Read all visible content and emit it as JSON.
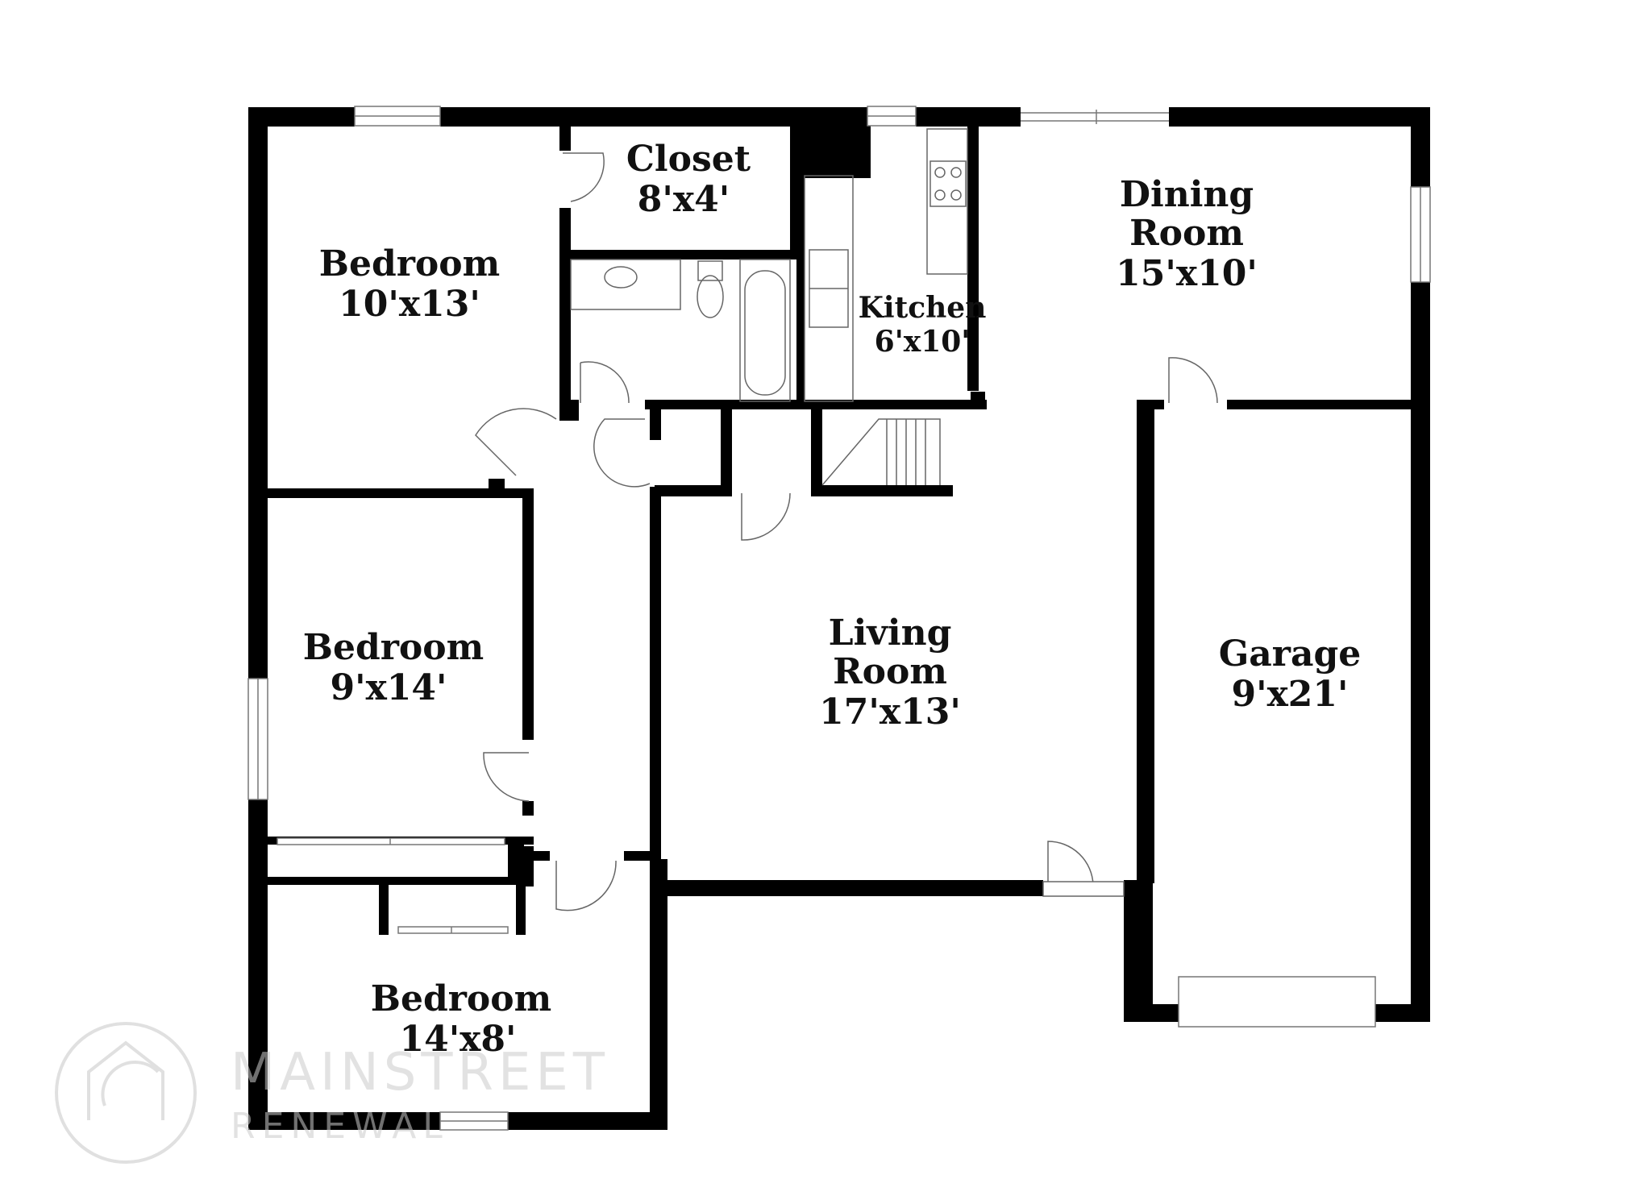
{
  "rooms": [
    {
      "id": "bedroom-1",
      "name": "Bedroom",
      "size": "10'x13'"
    },
    {
      "id": "closet",
      "name": "Closet",
      "size": "8'x4'"
    },
    {
      "id": "kitchen",
      "name": "Kitchen",
      "size": "6'x10'"
    },
    {
      "id": "dining",
      "name_lines": [
        "Dining",
        "Room"
      ],
      "size": "15'x10'"
    },
    {
      "id": "bedroom-2",
      "name": "Bedroom",
      "size": "9'x14'"
    },
    {
      "id": "living",
      "name_lines": [
        "Living",
        "Room"
      ],
      "size": "17'x13'"
    },
    {
      "id": "garage",
      "name": "Garage",
      "size": "9'x21'"
    },
    {
      "id": "bedroom-3",
      "name": "Bedroom",
      "size": "14'x8'"
    }
  ],
  "watermark": {
    "brand_line1": "MAINSTREET",
    "brand_line2": "RENEWAL",
    "color": "#c8c8c8"
  },
  "colors": {
    "wall": "#000000",
    "fixture_stroke": "#555555",
    "background": "#ffffff"
  }
}
